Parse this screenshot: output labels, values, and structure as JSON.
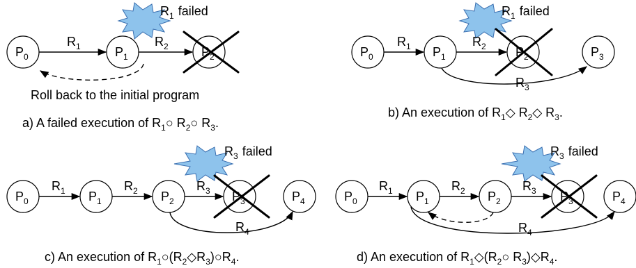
{
  "panel_a": {
    "nodes": [
      {
        "name": "P",
        "sub": "0"
      },
      {
        "name": "P",
        "sub": "1"
      },
      {
        "name": "P",
        "sub": "2"
      }
    ],
    "edges": [
      {
        "name": "R",
        "sub": "1"
      },
      {
        "name": "R",
        "sub": "2"
      }
    ],
    "failed": {
      "name": "R",
      "sub": "1",
      "text": "failed"
    },
    "rollback_text": "Roll back to the initial program",
    "caption": {
      "p1": "a) A  failed execution of  R",
      "s1": "1",
      "op1": "○ R",
      "s2": "2",
      "op2": "○ R",
      "s3": "3",
      "tail": "."
    }
  },
  "panel_b": {
    "nodes": [
      {
        "name": "P",
        "sub": "0"
      },
      {
        "name": "P",
        "sub": "1"
      },
      {
        "name": "P",
        "sub": "2"
      },
      {
        "name": "P",
        "sub": "3"
      }
    ],
    "edges": [
      {
        "name": "R",
        "sub": "1"
      },
      {
        "name": "R",
        "sub": "2"
      },
      {
        "name": "R",
        "sub": "3"
      }
    ],
    "failed": {
      "name": "R",
      "sub": "1",
      "text": "failed"
    },
    "caption": {
      "p1": "b) An execution of R",
      "s1": "1",
      "op1": "◇ R",
      "s2": "2",
      "op2": "◇ R",
      "s3": "3",
      "tail": "."
    }
  },
  "panel_c": {
    "nodes": [
      {
        "name": "P",
        "sub": "0"
      },
      {
        "name": "P",
        "sub": "1"
      },
      {
        "name": "P",
        "sub": "2"
      },
      {
        "name": "P",
        "sub": "3"
      },
      {
        "name": "P",
        "sub": "4"
      }
    ],
    "edges": [
      {
        "name": "R",
        "sub": "1"
      },
      {
        "name": "R",
        "sub": "2"
      },
      {
        "name": "R",
        "sub": "3"
      },
      {
        "name": "R",
        "sub": "4"
      }
    ],
    "failed": {
      "name": "R",
      "sub": "3",
      "text": "failed"
    },
    "caption": {
      "p1": "c) An execution of R",
      "s1": "1",
      "op1": "○(R",
      "s2": "2",
      "op2": "◇R",
      "s3": "3",
      "op3": ")○R",
      "s4": "4",
      "tail": "."
    }
  },
  "panel_d": {
    "nodes": [
      {
        "name": "P",
        "sub": "0"
      },
      {
        "name": "P",
        "sub": "1"
      },
      {
        "name": "P",
        "sub": "2"
      },
      {
        "name": "P",
        "sub": "3"
      },
      {
        "name": "P",
        "sub": "4"
      }
    ],
    "edges": [
      {
        "name": "R",
        "sub": "1"
      },
      {
        "name": "R",
        "sub": "2"
      },
      {
        "name": "R",
        "sub": "3"
      },
      {
        "name": "R",
        "sub": "4"
      }
    ],
    "failed": {
      "name": "R",
      "sub": "3",
      "text": "failed"
    },
    "caption": {
      "p1": "d) An execution of R",
      "s1": "1",
      "op1": "◇(R",
      "s2": "2",
      "op2": "○ R",
      "s3": "3",
      "op3": ")◇R",
      "s4": "4",
      "tail": "."
    }
  }
}
